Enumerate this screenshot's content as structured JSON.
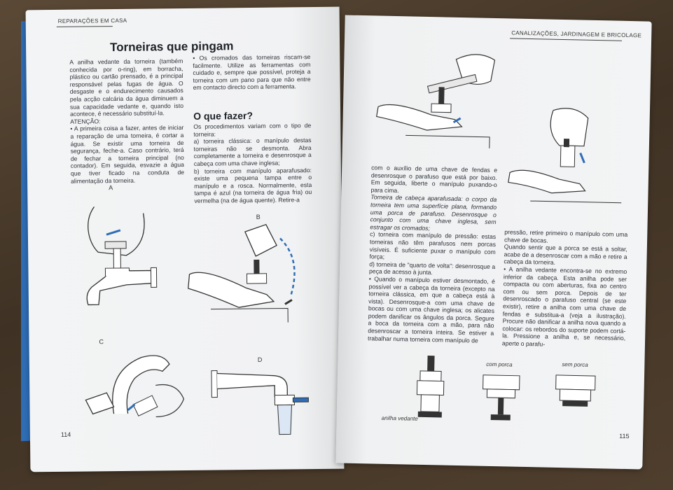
{
  "left_page": {
    "running_head": "Reparações em casa",
    "title": "Torneiras que pingam",
    "col1": [
      "A anilha vedante da torneira (também conhecida por o-ring), em borracha, plástico ou cartão prensado, é a principal responsável pelas fugas de água. O desgaste e o endurecimento causados pela acção calcária da água diminuem a sua capacidade vedante e, quando isto acontece, é necessário substituí-la.",
      "ATENÇÃO:",
      "• A primeira coisa a fazer, antes de iniciar a reparação de uma torneira, é cortar a água. Se existir uma torneira de segurança, feche-a. Caso contrário, terá de fechar a torneira principal (no contador). Em seguida, esvazie a água que tiver ficado na conduta de alimentação da torneira."
    ],
    "col2_intro": "• Os cromados das torneiras riscam-se facilmente. Utilize as ferramentas com cuidado e, sempre que possível, proteja a torneira com um pano para que não entre em contacto directo com a ferramenta.",
    "subhead": "O que fazer?",
    "col2": [
      "Os procedimentos variam com o tipo de torneira:",
      "a) torneira clássica: o manípulo destas torneiras não se desmonta. Abra completamente a torneira e desenrosque a cabeça com uma chave inglesa;",
      "b) torneira com manípulo aparafusado: existe uma pequena tampa entre o manípulo e a rosca. Normalmente, esta tampa é azul (na torneira de água fria) ou vermelha (na de água quente). Retire-a"
    ],
    "figure_labels": [
      "A",
      "B",
      "C",
      "D"
    ],
    "page_number": "114"
  },
  "right_page": {
    "running_head": "Canalizações, jardinagem e bricolage",
    "col1": [
      "com o auxílio de uma chave de fendas e desenrosque o parafuso que está por baixo. Em seguida, liberte o manípulo puxando-o para cima.",
      "Torneira de cabeça aparafusada: o corpo da torneira tem uma superfície plana, formando uma porca de parafuso. Desenrosque o conjunto com uma chave inglesa, sem estragar os cromados;",
      "c) torneira com manípulo de pressão: estas torneiras não têm parafusos nem porcas visíveis. É suficiente puxar o manípulo com força;",
      "d) torneira de \"quarto de volta\": desenrosque a peça de acesso à junta.",
      "• Quando o manípulo estiver desmontado, é possível ver a cabeça da torneira (excepto na torneira clássica, em que a cabeça está à vista). Desenrosque-a com uma chave de bocas ou com uma chave inglesa; os alicates podem danificar os ângulos da porca. Segure a boca da torneira com a mão, para não desenroscar a torneira inteira. Se estiver a trabalhar numa torneira com manípulo de"
    ],
    "col2": [
      "pressão, retire primeiro o manípulo com uma chave de bocas.",
      "Quando sentir que a porca se está a soltar, acabe de a desenroscar com a mão e retire a cabeça da torneira.",
      "• A anilha vedante encontra-se no extremo inferior da cabeça. Esta anilha pode ser compacta ou com aberturas, fixa ao centro com ou sem porca. Depois de ter desenroscado o parafuso central (se este existir), retire a anilha com uma chave de fendas e substitua-a (veja a ilustração). Procure não danificar a anilha nova quando a colocar: os rebordos do suporte podem cortá-la. Pressione a anilha e, se necessário, aperte o parafu-"
    ],
    "captions": {
      "with_nut": "com porca",
      "without_nut": "sem porca",
      "washer": "anilha vedante"
    },
    "page_number": "115"
  },
  "colors": {
    "page": "#f2f3f4",
    "ink": "#2a2e35",
    "accent_blue": "#2f6db5"
  }
}
